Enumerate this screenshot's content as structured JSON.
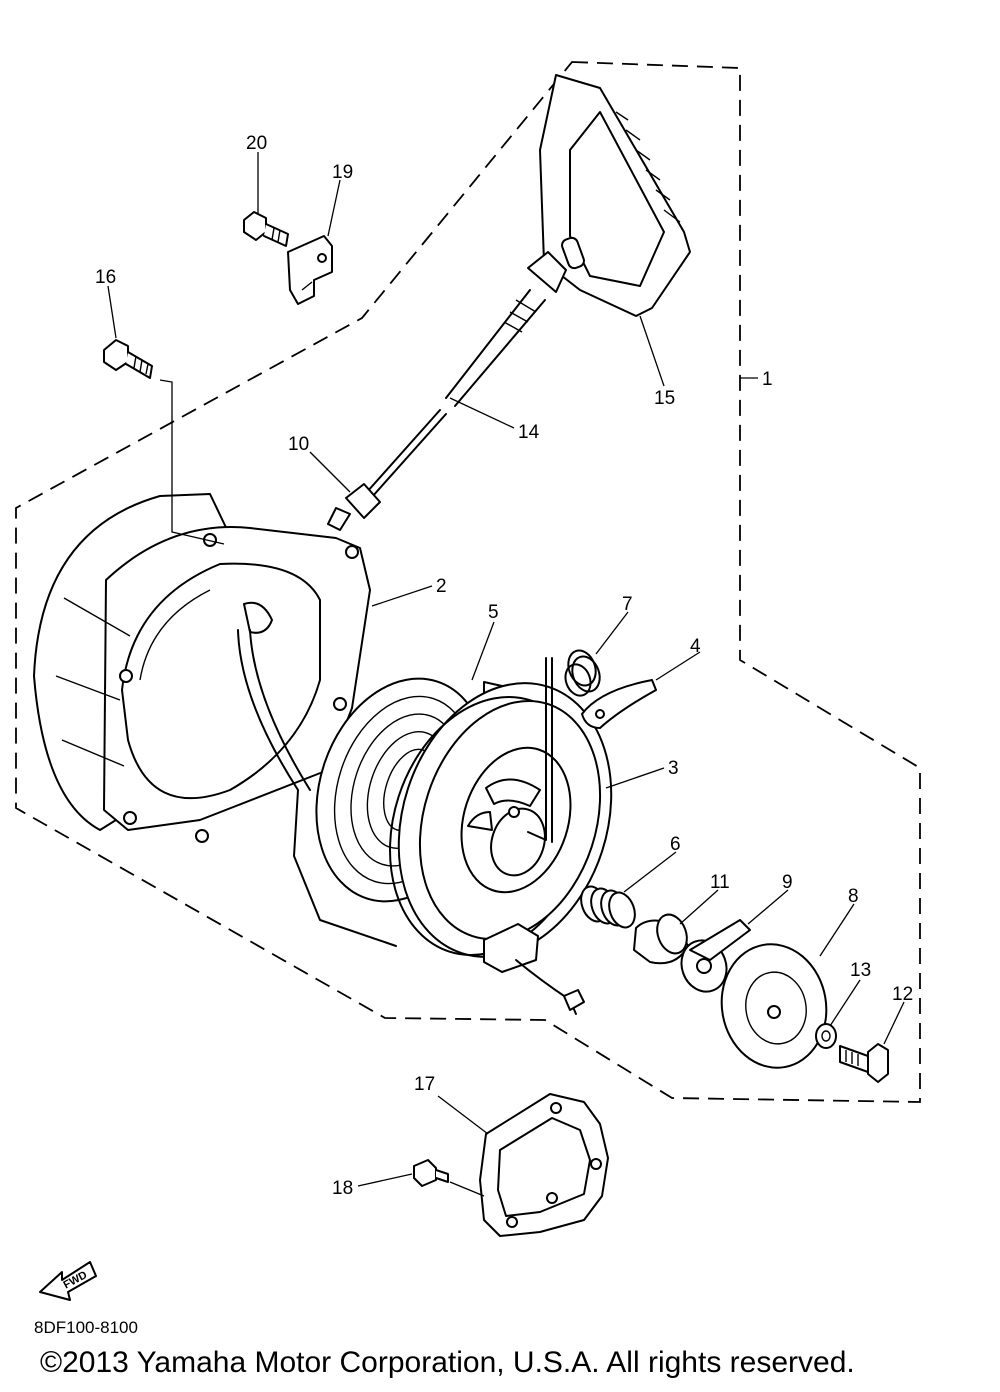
{
  "diagram": {
    "code": "8DF100-8100",
    "copyright": "©2013 Yamaha Motor Corporation, U.S.A. All rights reserved.",
    "fwd_label": "FWD",
    "callouts": {
      "p1": "1",
      "p2": "2",
      "p3": "3",
      "p4": "4",
      "p5": "5",
      "p6": "6",
      "p7": "7",
      "p8": "8",
      "p9": "9",
      "p10": "10",
      "p11": "11",
      "p12": "12",
      "p13": "13",
      "p14": "14",
      "p15": "15",
      "p16": "16",
      "p17": "17",
      "p18": "18",
      "p19": "19",
      "p20": "20"
    }
  }
}
